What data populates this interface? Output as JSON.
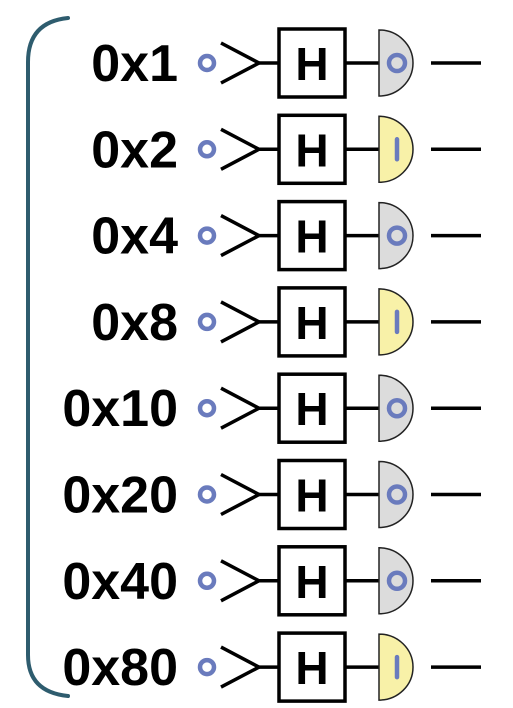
{
  "colors": {
    "bracket": "#2e5c6e",
    "ket_zero": "#6a7bbd",
    "gate_border": "#000000",
    "meter_zero_fill": "#dcdcdc",
    "meter_one_fill": "#f8f1a8",
    "meter_outline": "#222222",
    "meter_symbol": "#6a7bbd",
    "wire": "#000000"
  },
  "register": {
    "qubits": [
      {
        "label": "0x1",
        "gate": "H",
        "input": "ket-zero",
        "measure": "0"
      },
      {
        "label": "0x2",
        "gate": "H",
        "input": "ket-zero",
        "measure": "1"
      },
      {
        "label": "0x4",
        "gate": "H",
        "input": "ket-zero",
        "measure": "0"
      },
      {
        "label": "0x8",
        "gate": "H",
        "input": "ket-zero",
        "measure": "1"
      },
      {
        "label": "0x10",
        "gate": "H",
        "input": "ket-zero",
        "measure": "0"
      },
      {
        "label": "0x20",
        "gate": "H",
        "input": "ket-zero",
        "measure": "0"
      },
      {
        "label": "0x40",
        "gate": "H",
        "input": "ket-zero",
        "measure": "0"
      },
      {
        "label": "0x80",
        "gate": "H",
        "input": "ket-zero",
        "measure": "1"
      }
    ]
  }
}
